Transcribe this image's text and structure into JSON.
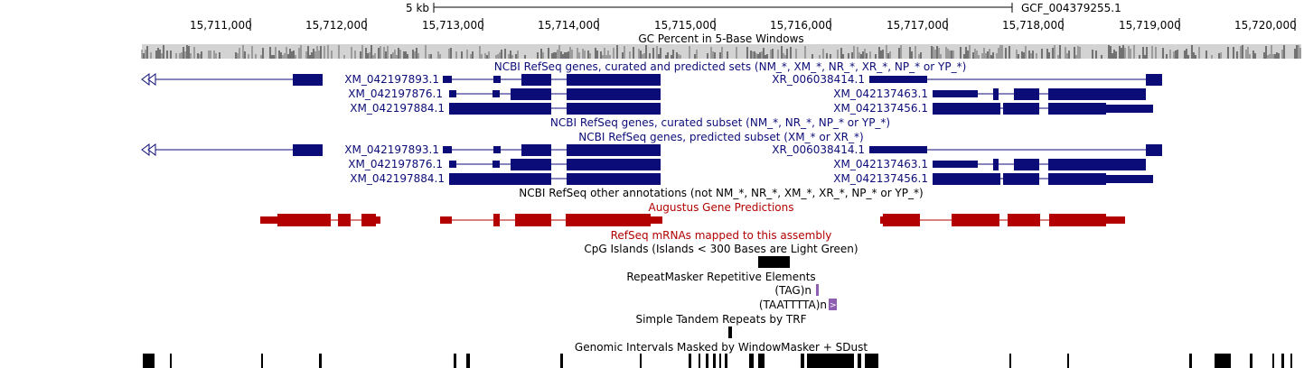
{
  "ruler": {
    "scale_label": "5 kb",
    "assembly_label": "GCF_004379255.1",
    "ticks": [
      "15,711,000",
      "15,712,000",
      "15,713,000",
      "15,714,000",
      "15,715,000",
      "15,716,000",
      "15,717,000",
      "15,718,000",
      "15,719,000",
      "15,720,000"
    ]
  },
  "tracks": {
    "gc_percent": "GC Percent in 5-Base Windows",
    "refseq_all": "NCBI RefSeq genes, curated and predicted sets (NM_*, XM_*, NR_*, XR_*, NP_* or YP_*)",
    "refseq_curated": "NCBI RefSeq genes, curated subset (NM_*, NR_*, NP_* or YP_*)",
    "refseq_predicted": "NCBI RefSeq genes, predicted subset (XM_* or XR_*)",
    "refseq_other": "NCBI RefSeq other annotations (not NM_*, NR_*, XM_*, XR_*, NP_* or YP_*)",
    "augustus": "Augustus Gene Predictions",
    "refseq_mrnas": "RefSeq mRNAs mapped to this assembly",
    "cpg": "CpG Islands (Islands < 300 Bases are Light Green)",
    "repeatmasker": "RepeatMasker Repetitive Elements",
    "trf": "Simple Tandem Repeats by TRF",
    "windowmasker": "Genomic Intervals Masked by WindowMasker + SDust"
  },
  "genes_left": [
    "XM_042197893.1",
    "XM_042197876.1",
    "XM_042197884.1"
  ],
  "genes_right": [
    "XR_006038414.1",
    "XM_042137463.1",
    "XM_042137456.1"
  ],
  "repeats": [
    "(TAG)n",
    "(TAATTTTA)n"
  ],
  "colors": {
    "refseq": "#0c0c78",
    "augustus": "#b30000",
    "repeat": "#8e5fb0",
    "black": "#000000"
  }
}
